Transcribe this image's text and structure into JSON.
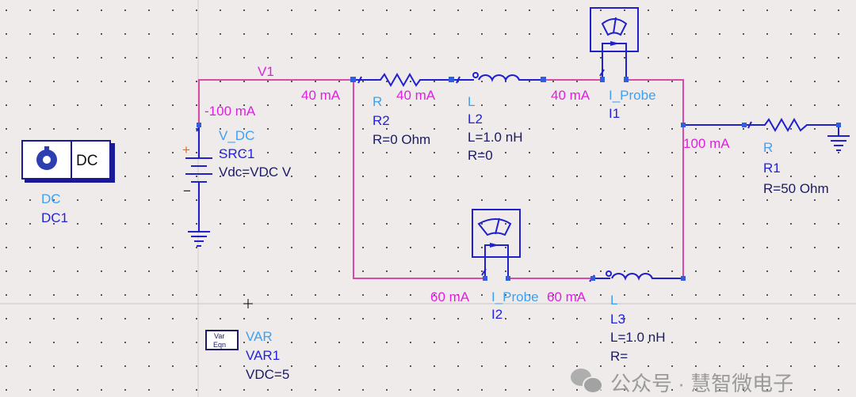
{
  "schematic": {
    "net_label": "V1",
    "currents": {
      "src": "-100 mA",
      "node_left": "40 mA",
      "r2": "40 mA",
      "l2_out": "40 mA",
      "right_branch": "100 mA",
      "i2_left": "60 mA",
      "i2_right": "60 mA"
    },
    "components": {
      "src1": {
        "type": "V_DC",
        "name": "SRC1",
        "param": "Vdc=VDC V",
        "plus": "+",
        "minus": "−"
      },
      "r2": {
        "type": "R",
        "name": "R2",
        "param": "R=0 Ohm"
      },
      "l2": {
        "type": "L",
        "name": "L2",
        "param1": "L=1.0 nH",
        "param2": "R=0"
      },
      "i1": {
        "type": "I_Probe",
        "name": "I1"
      },
      "r1": {
        "type": "R",
        "name": "R1",
        "param": "R=50 Ohm"
      },
      "i2": {
        "type": "I_Probe",
        "name": "I2"
      },
      "l3": {
        "type": "L",
        "name": "L3",
        "param1": "L=1.0 nH",
        "param2": "R="
      },
      "dc1": {
        "type": "DC",
        "name": "DC1",
        "icon_label": "DC"
      },
      "var1": {
        "type": "VAR",
        "name": "VAR1",
        "param": "VDC=5",
        "icon_line1": "Var",
        "icon_line2": "Eqn"
      }
    }
  },
  "watermark": "公众号 · 慧智微电子",
  "colors": {
    "wire": "#d84aa8",
    "component": "#2020cc",
    "current": "#e01ee0",
    "background": "#efebea"
  }
}
